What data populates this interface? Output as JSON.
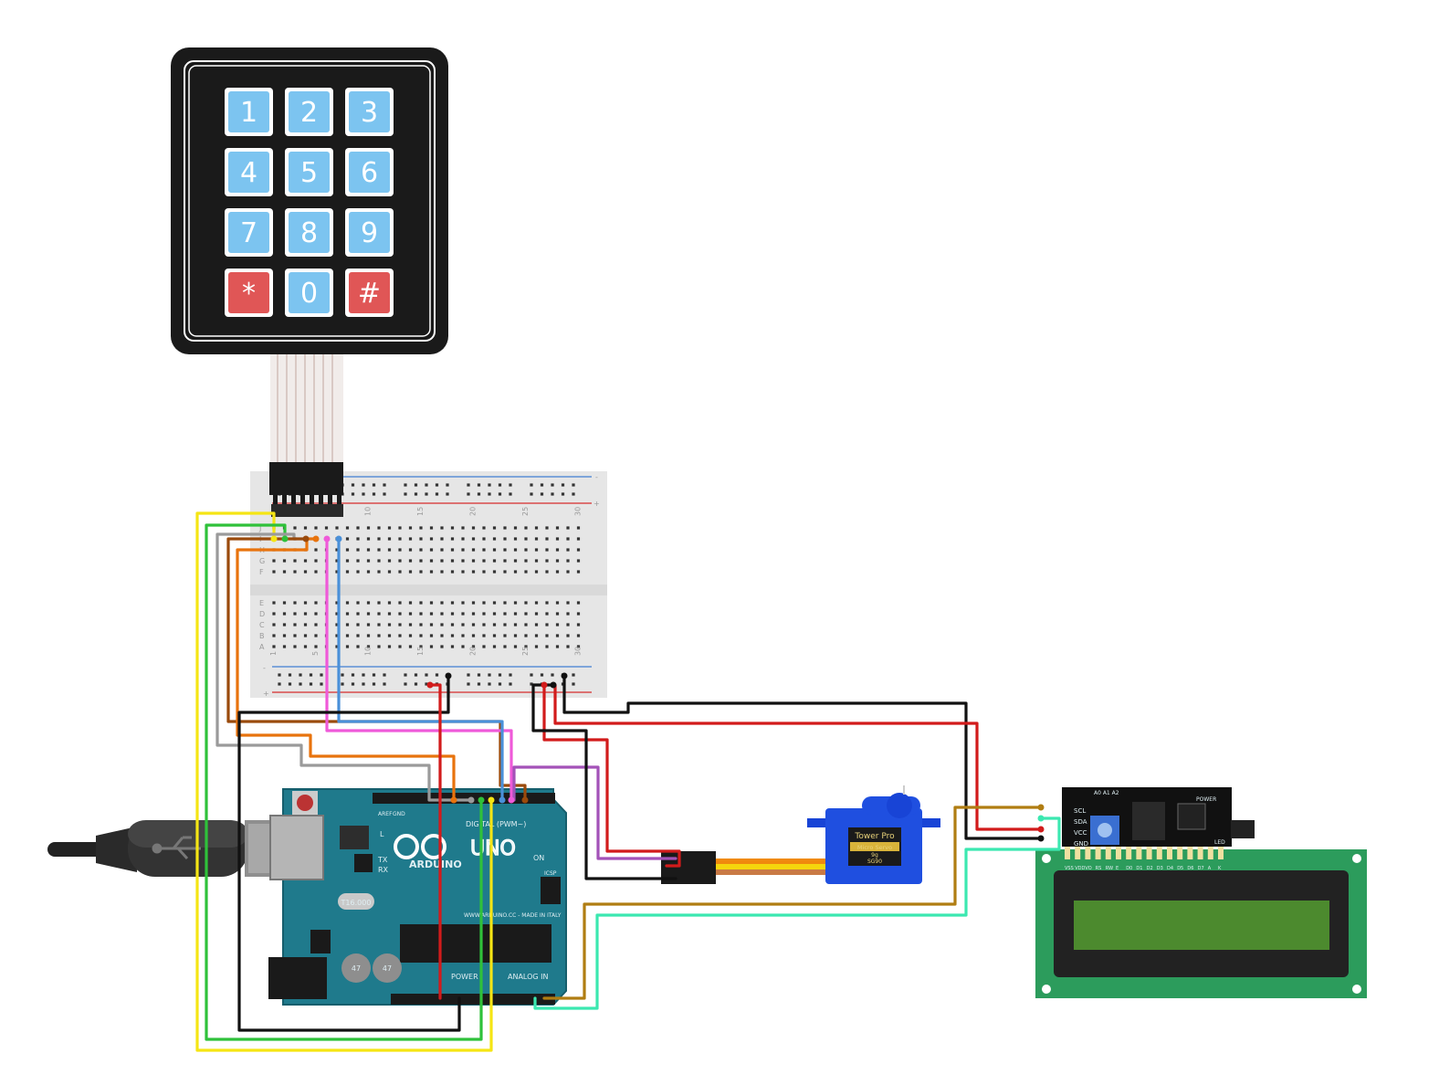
{
  "keypad": {
    "keys": [
      {
        "label": "1",
        "color": "#7cc4f0"
      },
      {
        "label": "2",
        "color": "#7cc4f0"
      },
      {
        "label": "3",
        "color": "#7cc4f0"
      },
      {
        "label": "4",
        "color": "#7cc4f0"
      },
      {
        "label": "5",
        "color": "#7cc4f0"
      },
      {
        "label": "6",
        "color": "#7cc4f0"
      },
      {
        "label": "7",
        "color": "#7cc4f0"
      },
      {
        "label": "8",
        "color": "#7cc4f0"
      },
      {
        "label": "9",
        "color": "#7cc4f0"
      },
      {
        "label": "*",
        "color": "#e05656"
      },
      {
        "label": "0",
        "color": "#7cc4f0"
      },
      {
        "label": "#",
        "color": "#e05656"
      }
    ]
  },
  "breadboard": {
    "column_numbers": [
      "1",
      "5",
      "10",
      "15",
      "20",
      "25",
      "30"
    ],
    "row_letters_top": [
      "J",
      "I",
      "H",
      "G",
      "F"
    ],
    "row_letters_bottom": [
      "E",
      "D",
      "C",
      "B",
      "A"
    ],
    "rail_plus": "+",
    "rail_minus": "-"
  },
  "arduino": {
    "logo": "ARDUINO",
    "model": "UNO",
    "digital_label": "DIGITAL (PWM~)",
    "analog_label": "ANALOG IN",
    "power_label": "POWER",
    "footer": "WWW.ARDUINO.CC - MADE IN ITALY",
    "crystal": "T16.000",
    "tx": "TX",
    "rx": "RX",
    "l_label": "L",
    "on_label": "ON",
    "icsp": "ICSP",
    "aref": "AREF",
    "gnd": "GND",
    "cap_label": "47"
  },
  "servo": {
    "brand": "Tower Pro",
    "name": "Micro Servo",
    "weight": "9g",
    "model": "SG90"
  },
  "i2c_module": {
    "pins": [
      "SCL",
      "SDA",
      "VCC",
      "GND"
    ],
    "power_label": "POWER",
    "led_label": "LED",
    "addr_label": "A0 A1 A2"
  },
  "lcd": {
    "pin_labels": [
      "VSS",
      "VDD",
      "VO",
      "RS",
      "RW",
      "E",
      "D0",
      "D1",
      "D2",
      "D3",
      "D4",
      "D5",
      "D6",
      "D7",
      "A",
      "K"
    ]
  },
  "colors": {
    "wire_yellow": "#f5e514",
    "wire_green": "#2fc13a",
    "wire_gray": "#9a9a9a",
    "wire_brown": "#9a4a0c",
    "wire_orange": "#e8730d",
    "wire_pink": "#ef5ad9",
    "wire_blue": "#4a90d9",
    "wire_purple": "#a352b8",
    "wire_red": "#d21b1b",
    "wire_black": "#111111",
    "wire_gold": "#b07d12",
    "wire_cyan": "#3be8b0",
    "pcb": "#1f7a8c",
    "lcd_screen": "#4c8a2e"
  }
}
